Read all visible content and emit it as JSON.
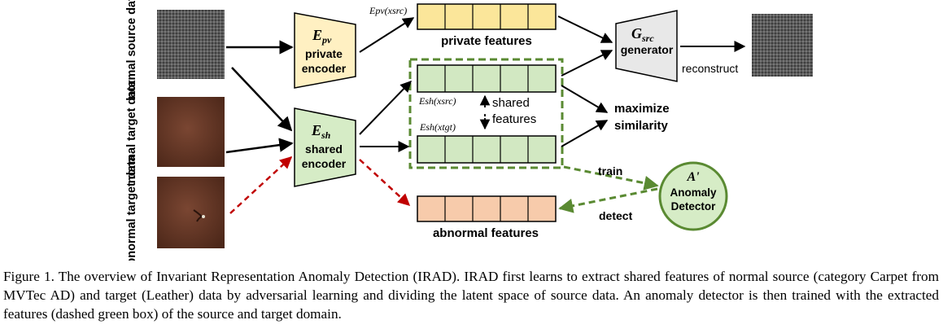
{
  "inputs": {
    "normal_source": "normal source data",
    "normal_target": "normal target data",
    "abnormal_target": "abnormal target data"
  },
  "private_encoder": {
    "symbol": "E",
    "sub": "pv",
    "line1": "private",
    "line2": "encoder"
  },
  "shared_encoder": {
    "symbol": "E",
    "sub": "sh",
    "line1": "shared",
    "line2": "encoder"
  },
  "generator": {
    "symbol": "G",
    "sub": "src",
    "line1": "generator"
  },
  "labels": {
    "epv_out": "Epv(xsrc)",
    "esh_src": "Esh(xsrc)",
    "esh_tgt": "Esh(xtgt)",
    "private_features": "private features",
    "shared_features_1": "shared",
    "shared_features_2": "features",
    "abnormal_features": "abnormal features",
    "reconstruct": "reconstruct",
    "maximize_1": "maximize",
    "maximize_2": "similarity",
    "train": "train",
    "detect": "detect"
  },
  "anomaly_detector": {
    "symbol": "A'",
    "line1": "Anomaly",
    "line2": "Detector"
  },
  "colors": {
    "private_fill": "#fbe69a",
    "encoder_fill": "#fff0c2",
    "shared_fill": "#d2e8c2",
    "abnormal_fill": "#f7cbab",
    "detector_fill": "#d6ecc6",
    "green_dash": "#5a8a32",
    "red_dash": "#c00000",
    "carpet": "#5a5a5a",
    "leather": "#6e3f2b"
  },
  "caption": "Figure 1.  The overview of Invariant Representation Anomaly Detection (IRAD). IRAD first learns to extract shared features of normal source (category Carpet from MVTec AD) and target (Leather) data by adversarial learning and dividing the latent space of source data. An anomaly detector is then trained with the extracted features (dashed green box) of the source and target domain."
}
